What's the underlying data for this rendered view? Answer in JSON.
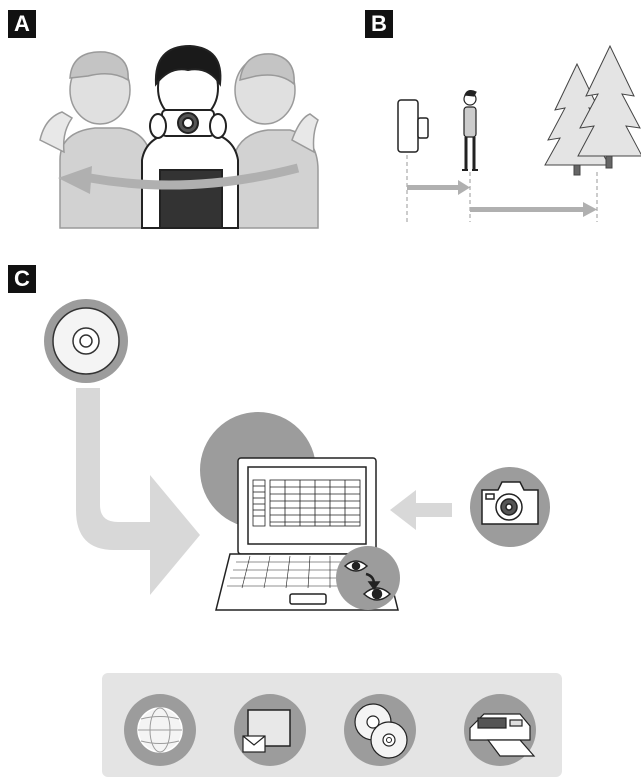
{
  "sections": [
    {
      "id": "a",
      "label": "A"
    },
    {
      "id": "b",
      "label": "B"
    },
    {
      "id": "c",
      "label": "C"
    }
  ],
  "colors": {
    "label_bg": "#111111",
    "circle_gray": "#9c9c9c",
    "arrow_gray": "#c8c8c8",
    "panel_bg": "#e4e4e4",
    "line": "#222222"
  },
  "icons": {
    "panel_a": [
      "person-side-icon",
      "photographer-icon",
      "person-side-icon",
      "pan-arrow-icon"
    ],
    "panel_b": [
      "camera-side-icon",
      "standing-person-icon",
      "pine-trees-icon",
      "distance-arrow-icon"
    ],
    "panel_c": [
      "cd-rom-icon",
      "install-arrow-icon",
      "laptop-icon",
      "eye-icon",
      "camera-icon",
      "transfer-arrow-icon"
    ],
    "output_options": [
      "globe-icon",
      "email-photo-icon",
      "dvd-discs-icon",
      "photo-printer-icon"
    ]
  }
}
